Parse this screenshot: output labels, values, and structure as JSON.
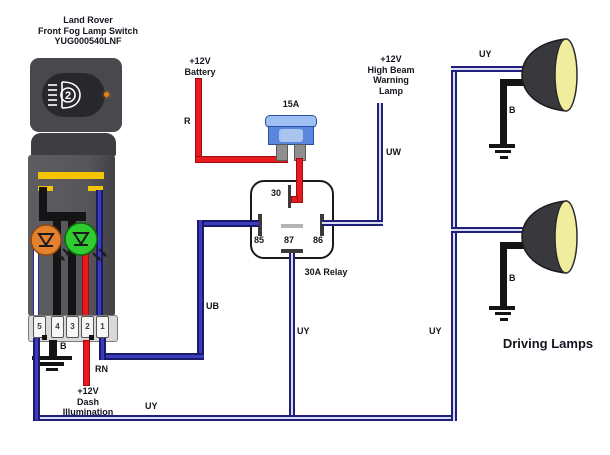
{
  "title": {
    "line1": "Land Rover",
    "line2": "Front Fog Lamp Switch",
    "line3": "YUG000540LNF"
  },
  "switch": {
    "pins": [
      "5",
      "4",
      "3",
      "2",
      "1"
    ],
    "icon": "fog-lamp-2-icon",
    "ground_label": "B",
    "illum_wire_label": "RN",
    "illumination": {
      "l1": "+12V",
      "l2": "Dash",
      "l3": "Illumination"
    }
  },
  "battery": {
    "l1": "+12V",
    "l2": "Battery",
    "wire_label": "R"
  },
  "fuse": {
    "rating": "15A"
  },
  "relay": {
    "name": "30A Relay",
    "terminals": {
      "t30": "30",
      "t85": "85",
      "t87": "87",
      "t86": "86"
    }
  },
  "high_beam": {
    "l1": "+12V",
    "l2": "High Beam",
    "l3": "Warning",
    "l4": "Lamp",
    "wire_label": "UW"
  },
  "wires": {
    "ub": "UB",
    "uy_top": "UY",
    "uy_mid_left": "UY",
    "uy_mid_right": "UY",
    "uy_bottom": "UY"
  },
  "lamps": {
    "caption": "Driving Lamps",
    "lamp1_ground": "B",
    "lamp2_ground": "B"
  },
  "colors": {
    "wire_red": "#e8191f",
    "wire_blue": "#2d2da8",
    "wire_black": "#141414",
    "led_orange": "#e5812c",
    "led_green": "#2ecc2e",
    "fuse_blue": "#5b86dd",
    "lamp_lens": "#f1ed9e"
  }
}
